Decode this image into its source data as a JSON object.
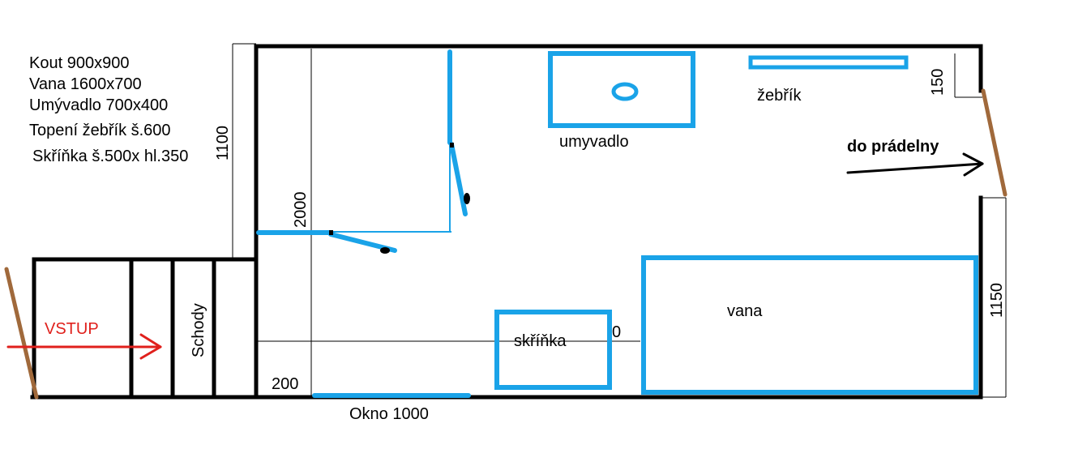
{
  "legend": {
    "kout": "Kout 900x900",
    "vana": "Vana 1600x700",
    "umyvadlo": "Umývadlo 700x400",
    "topeni": "Topení žebřík š.600",
    "skrinka": "Skříňka š.500x hl.350"
  },
  "labels": {
    "umyvadlo": "umyvadlo",
    "zebrik": "žebřík",
    "do_pradelny": "do prádelny",
    "vana": "vana",
    "skrinka": "skříňka",
    "schody": "Schody",
    "vstup": "VSTUP",
    "okno": "Okno 1000"
  },
  "dimensions": {
    "d1100": "1100",
    "d2000": "2000",
    "d150": "150",
    "d1150": "1150",
    "d200": "200",
    "d0": "0"
  },
  "colors": {
    "wall": "#000000",
    "fixture": "#1aa3e8",
    "door": "#a0693b",
    "entry_arrow": "#e0201c",
    "dim_line": "#000000"
  }
}
